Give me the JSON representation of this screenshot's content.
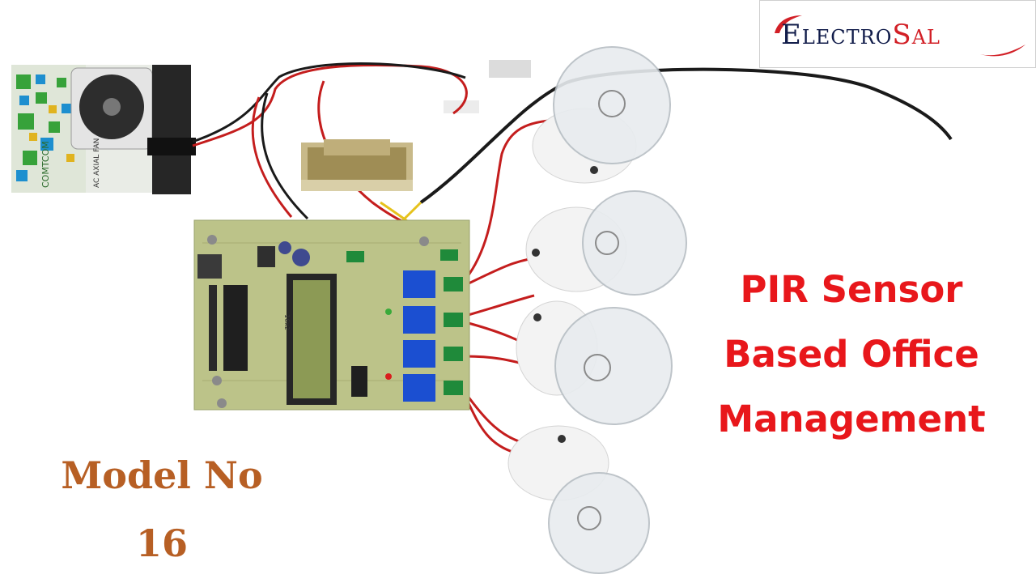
{
  "logo": {
    "text_start": "Electro",
    "text_end": "Sal",
    "colors": {
      "navy": "#111c4a",
      "red": "#d21f26"
    }
  },
  "title": {
    "line1": "PIR Sensor",
    "line2": "Based Office",
    "line3": "Management",
    "color": "#e8171b"
  },
  "model": {
    "line1": "Model No",
    "line2": "16",
    "color": "#b75f24"
  },
  "fan_box": {
    "brand": "COMTCOM",
    "label": "AC AXIAL FAN"
  },
  "pcb": {
    "lcd_label": "16x2"
  }
}
